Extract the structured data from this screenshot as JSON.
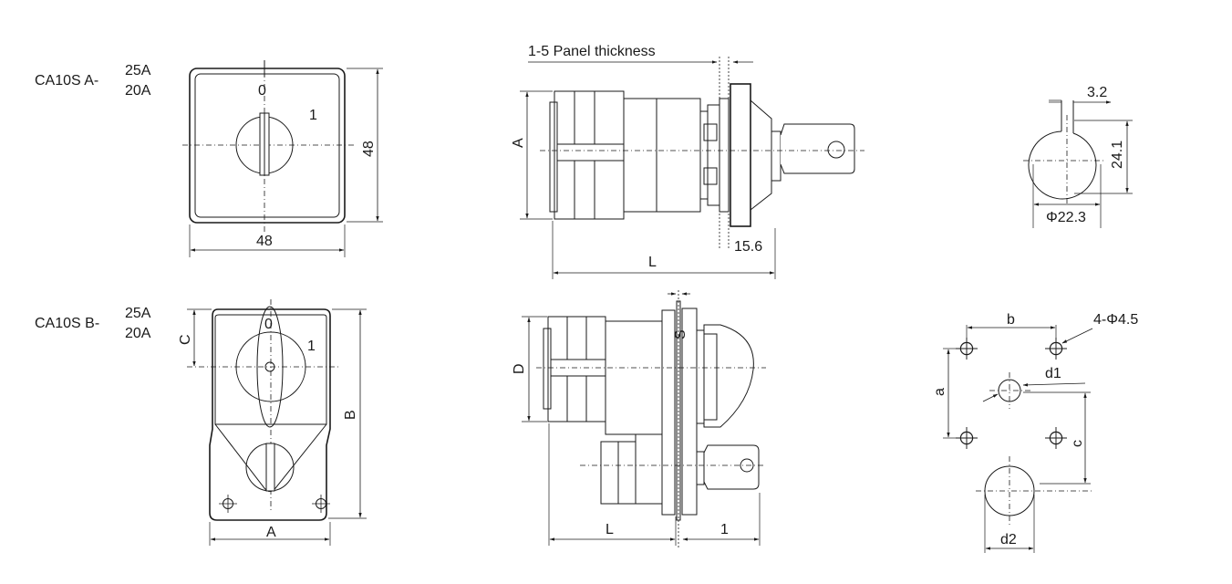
{
  "model_a": {
    "label": "CA10S A-",
    "current_1": "25A",
    "current_2": "20A"
  },
  "model_b": {
    "label": "CA10S B-",
    "current_1": "25A",
    "current_2": "20A"
  },
  "front_a": {
    "pos_0": "0",
    "pos_1": "1",
    "dim_width": "48",
    "dim_height": "48"
  },
  "side_a": {
    "panel_thickness": "1-5 Panel thickness",
    "dim_a": "A",
    "dim_l": "L",
    "dim_15_6": "15.6"
  },
  "shaft": {
    "dim_3_2": "3.2",
    "dim_24_1": "24.1",
    "dim_phi": "Φ22.3"
  },
  "front_b": {
    "pos_0": "0",
    "pos_1": "1",
    "dim_c": "C",
    "dim_b": "B",
    "dim_a": "A"
  },
  "side_b": {
    "dim_d": "D",
    "dim_s": "S",
    "dim_l": "L",
    "dim_1": "1"
  },
  "cutout": {
    "dim_b": "b",
    "holes": "4-Φ4.5",
    "dim_d1": "d1",
    "dim_a": "a",
    "dim_c": "c",
    "dim_d2": "d2"
  }
}
